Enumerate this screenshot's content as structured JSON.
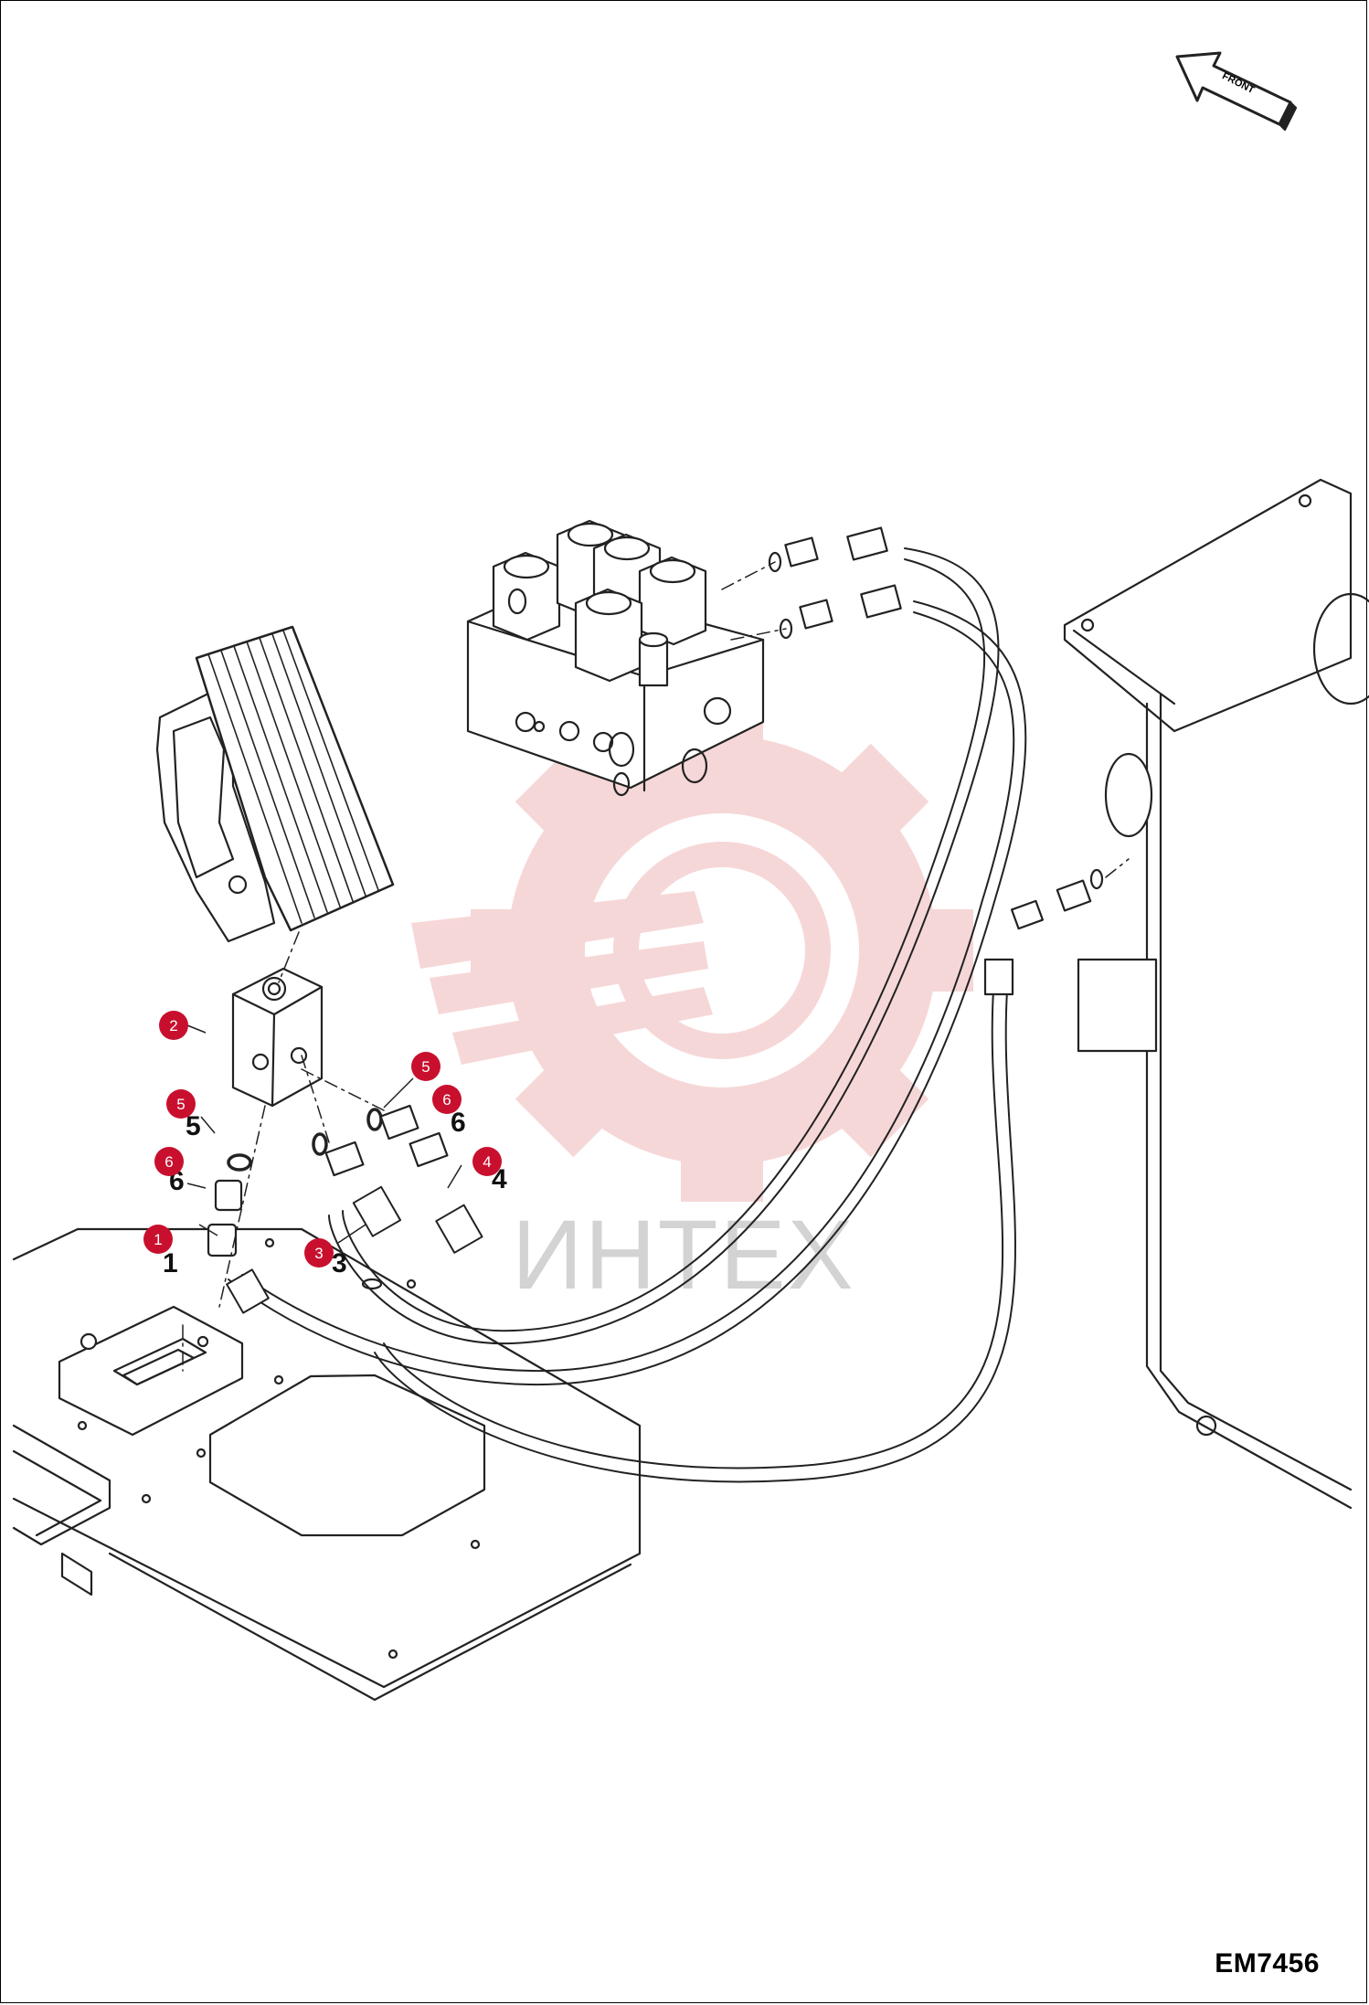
{
  "drawing_code": "EM7456",
  "front_label": "FRONT",
  "watermark_text": "ИНТЕХ",
  "colors": {
    "callout": "#c8102e",
    "line": "#222222",
    "watermark": "#f4c9c9"
  },
  "callouts": [
    {
      "label": "1"
    },
    {
      "label": "2"
    },
    {
      "label": "3"
    },
    {
      "label": "4"
    },
    {
      "label": "5"
    },
    {
      "label": "5"
    },
    {
      "label": "6"
    },
    {
      "label": "6"
    }
  ],
  "leader_numbers": [
    "1",
    "3",
    "5",
    "6",
    "6",
    "4"
  ]
}
